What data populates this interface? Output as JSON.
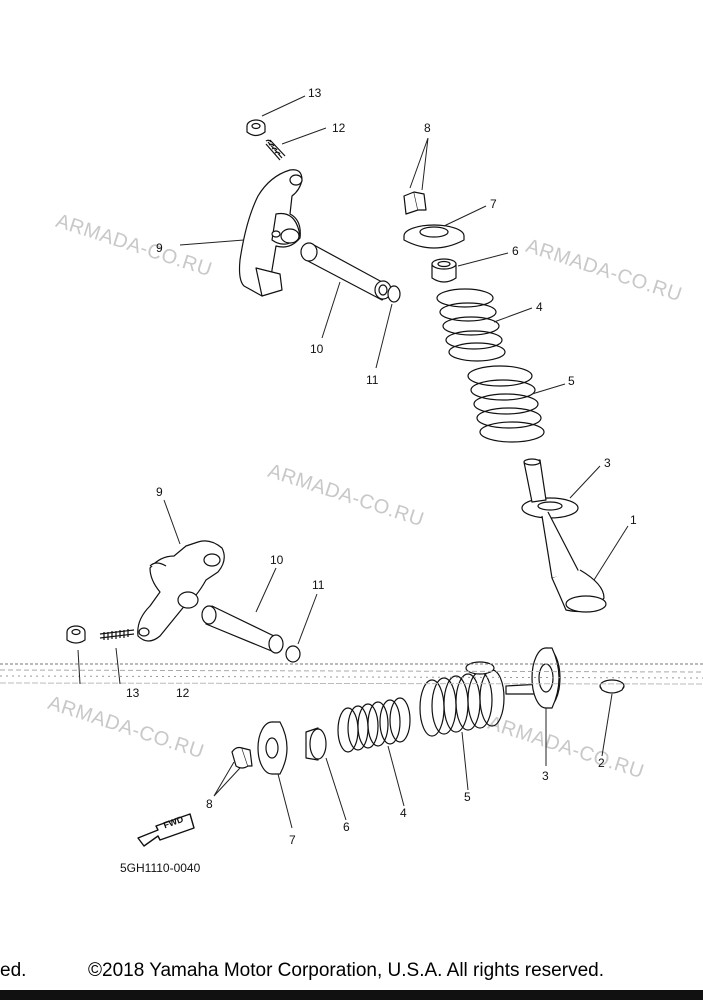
{
  "callouts": [
    {
      "id": "13-top",
      "label": "13"
    },
    {
      "id": "12-top",
      "label": "12"
    },
    {
      "id": "9-top",
      "label": "9"
    },
    {
      "id": "10-top",
      "label": "10"
    },
    {
      "id": "11-top",
      "label": "11"
    },
    {
      "id": "8-top",
      "label": "8"
    },
    {
      "id": "7-top",
      "label": "7"
    },
    {
      "id": "6-top",
      "label": "6"
    },
    {
      "id": "4-top",
      "label": "4"
    },
    {
      "id": "5-top",
      "label": "5"
    },
    {
      "id": "3-top",
      "label": "3"
    },
    {
      "id": "1-top",
      "label": "1"
    },
    {
      "id": "9-mid",
      "label": "9"
    },
    {
      "id": "10-mid",
      "label": "10"
    },
    {
      "id": "11-mid",
      "label": "11"
    },
    {
      "id": "13-mid",
      "label": "13"
    },
    {
      "id": "12-mid",
      "label": "12"
    },
    {
      "id": "3-low",
      "label": "3"
    },
    {
      "id": "2-low",
      "label": "2"
    },
    {
      "id": "8-low",
      "label": "8"
    },
    {
      "id": "7-low",
      "label": "7"
    },
    {
      "id": "6-low",
      "label": "6"
    },
    {
      "id": "4-low",
      "label": "4"
    },
    {
      "id": "5-low",
      "label": "5"
    }
  ],
  "watermark": "ARMADA-CO.RU",
  "fwd_label": "FWD",
  "diagram_code": "5GH1110-0040",
  "copyright_fragment": "ed.",
  "copyright": "©2018 Yamaha Motor Corporation, U.S.A. All rights reserved."
}
